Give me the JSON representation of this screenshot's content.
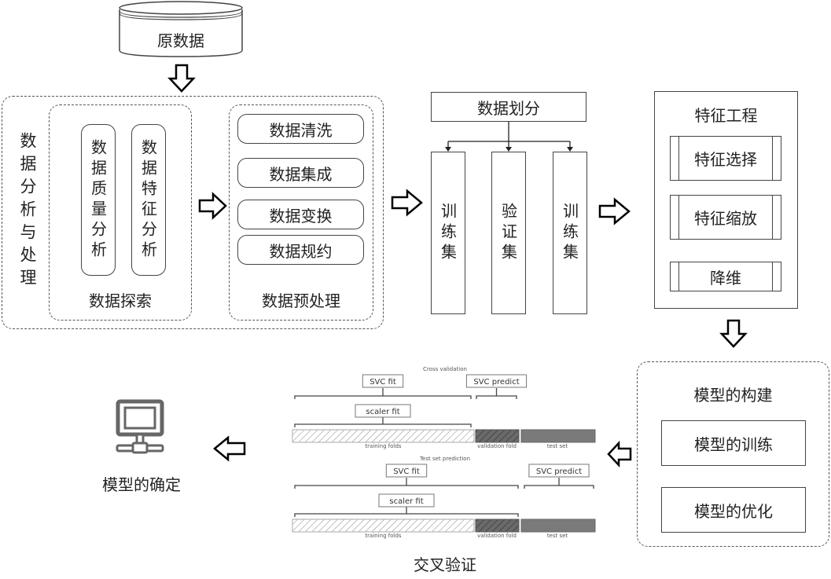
{
  "raw_data": {
    "label": "原数据"
  },
  "analysis": {
    "title": "数据分析与处理",
    "exploration": {
      "title": "数据探索",
      "items": [
        "数据质量分析",
        "数据特征分析"
      ]
    },
    "preprocessing": {
      "title": "数据预处理",
      "items": [
        "数据清洗",
        "数据集成",
        "数据变换",
        "数据规约"
      ]
    }
  },
  "split": {
    "title": "数据划分",
    "sets": [
      "训练集",
      "验证集",
      "训练集"
    ]
  },
  "feature_engineering": {
    "title": "特征工程",
    "items": [
      "特征选择",
      "特征缩放",
      "降维"
    ]
  },
  "model_building": {
    "title": "模型的构建",
    "items": [
      "模型的训练",
      "模型的优化"
    ]
  },
  "cross_validation": {
    "caption": "交叉验证",
    "panels": [
      {
        "title": "Cross validation",
        "svc_fit": "SVC fit",
        "svc_predict": "SVC predict",
        "scaler_fit": "scaler fit",
        "segments": [
          "training folds",
          "validation fold",
          "test set"
        ]
      },
      {
        "title": "Test set prediction",
        "svc_fit": "SVC fit",
        "svc_predict": "SVC predict",
        "scaler_fit": "scaler fit",
        "segments": [
          "training folds",
          "validation fold",
          "test set"
        ]
      }
    ]
  },
  "model_final": {
    "label": "模型的确定",
    "icon": "computer-network-icon"
  }
}
